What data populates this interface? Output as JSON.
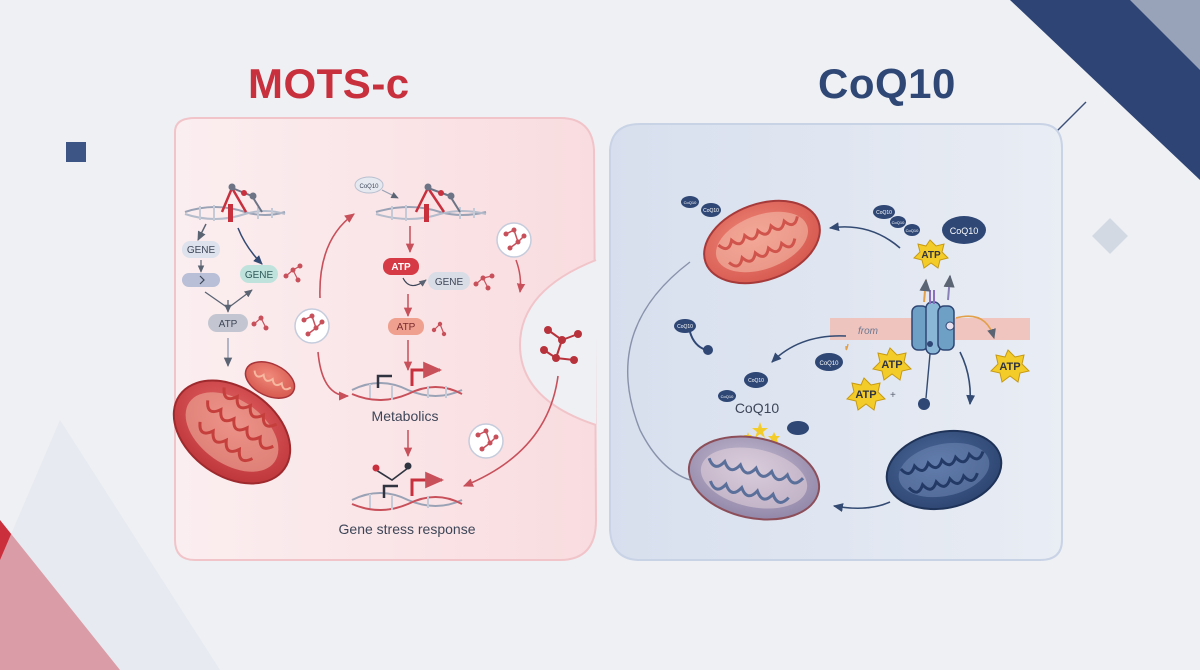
{
  "colors": {
    "mots_red": "#c8303e",
    "coq_navy": "#2f4775",
    "left_panel": "#fbe3e5",
    "right_panel": "#dfe6f2",
    "atp_yellow": "#f4cc2a"
  },
  "left_panel": {
    "title": "MOTS-c",
    "labels": {
      "gene_1": "GENE",
      "gene_2": "GENE",
      "gene_3": "GENE",
      "atp_1": "ATP",
      "atp_2": "ATP",
      "atp_3": "ATP",
      "coq_tag": "CoQ10",
      "metabolics": "Metabolics",
      "gene_stress": "Gene stress response"
    }
  },
  "right_panel": {
    "title": "CoQ10",
    "labels": {
      "coq_main": "CoQ10",
      "coq_1": "CoQ10",
      "coq_2": "CoQ10",
      "coq_3": "CoQ10",
      "coq_4": "CoQ10",
      "coq_5": "CoQ10",
      "coq_6": "CoQ10",
      "coq_7": "CoQ10",
      "coq_8": "CoQ10",
      "coq_9": "CoQ10",
      "coq_10": "CoQ10",
      "membrane": "from",
      "plus": "+",
      "atp_1": "ATP",
      "atp_2": "ATP",
      "atp_3": "ATP",
      "atp_4": "ATP"
    }
  }
}
